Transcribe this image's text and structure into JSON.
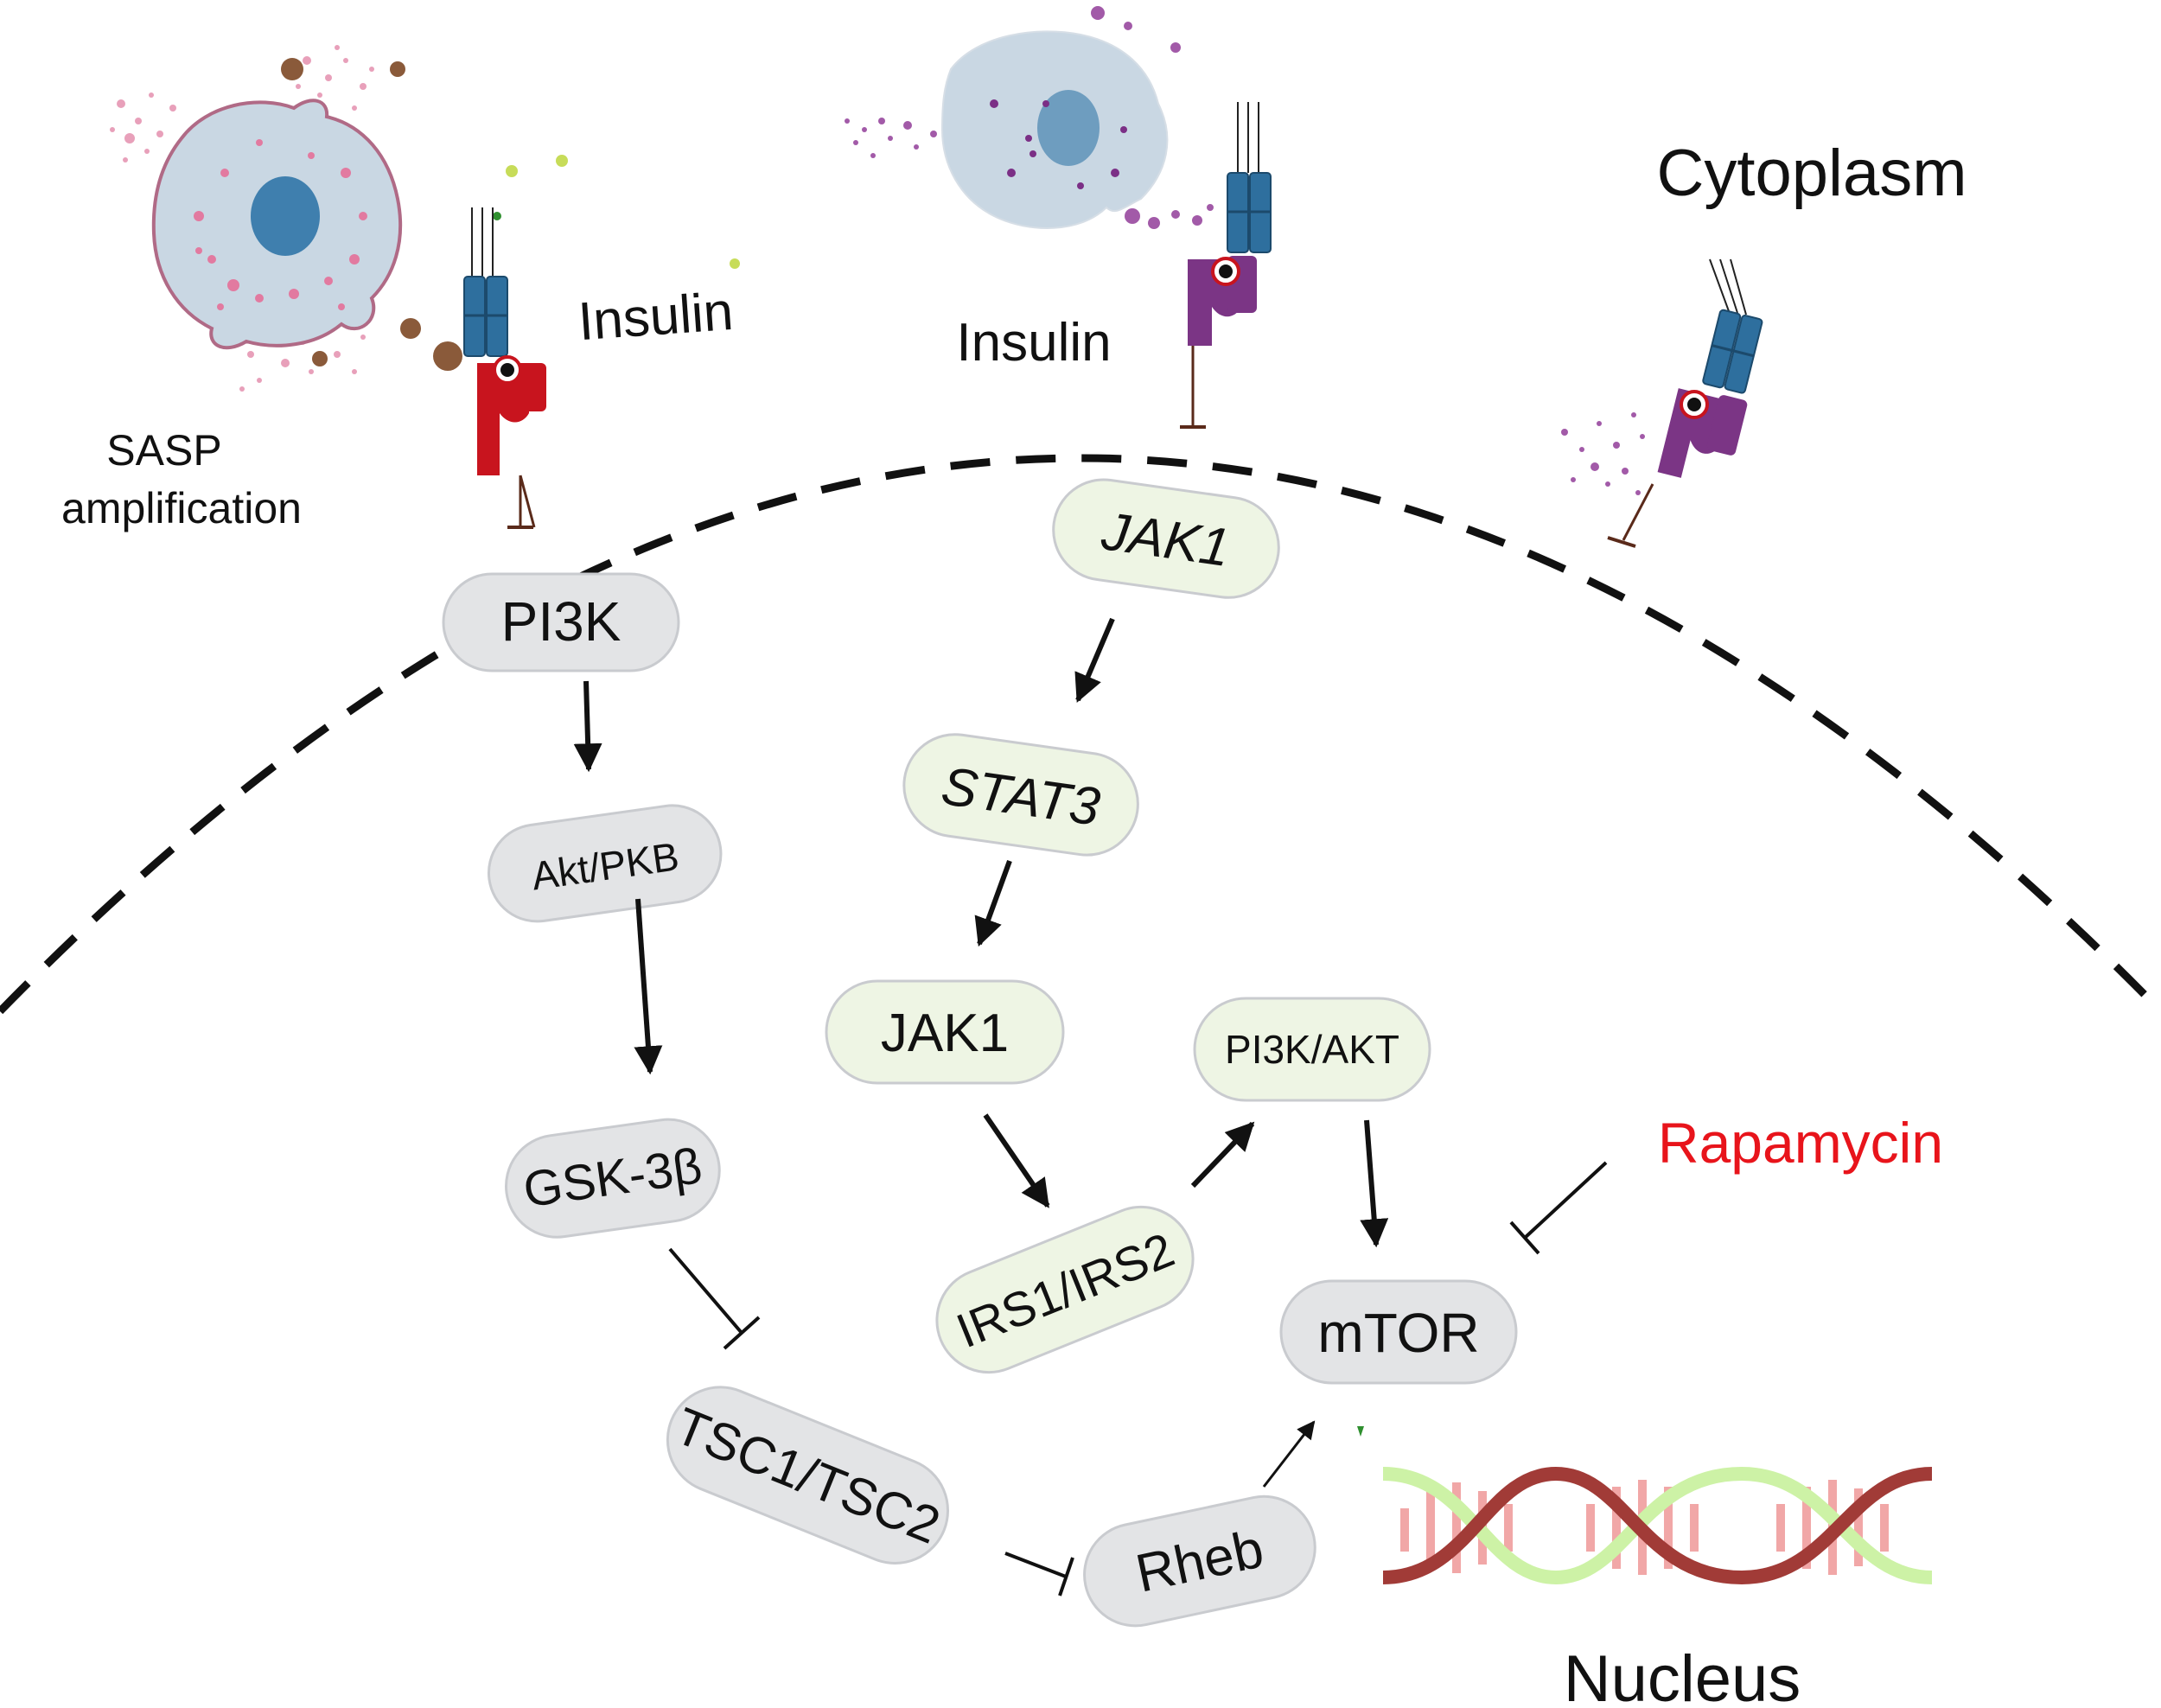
{
  "labels": {
    "sasp_line1": "SASP",
    "sasp_line2": "amplification",
    "insulin_left": "Insulin",
    "insulin_center": "Insulin",
    "cytoplasm": "Cytoplasm",
    "nucleus": "Nucleus",
    "rapamycin": "Rapamycin"
  },
  "nodes": {
    "pi3k": "PI3K",
    "akt_pkb": "Akt/PKB",
    "gsk3b": "GSK-3β",
    "tsc": "TSC1/TSC2",
    "rheb": "Rheb",
    "jak1_top": "JAK1",
    "stat3": "STAT3",
    "jak1_mid": "JAK1",
    "irs": "IRS1/IRS2",
    "pi3k_akt": "PI3K/AKT",
    "mtor": "mTOR"
  },
  "colors": {
    "gray_node": "#e3e4e6",
    "green_node": "#eef5e4",
    "node_border": "#c9cbcf",
    "arrow": "#111111",
    "rapamycin": "#e8141b",
    "receptor_blue": "#2e6f9e",
    "receptor_red": "#c8141e",
    "receptor_purple": "#7b3585",
    "cell_fill": "#c9d7e3",
    "nucleus_fill": "#3f7fae",
    "sasp_pink": "#e27aa0",
    "dna_strand1": "#a13b37",
    "dna_strand2": "#cdf2a6",
    "dna_rungs": "#f1a7a7"
  },
  "icons": [
    "senescent-cell-icon",
    "cell-icon",
    "receptor-icon",
    "dna-helix-icon"
  ]
}
